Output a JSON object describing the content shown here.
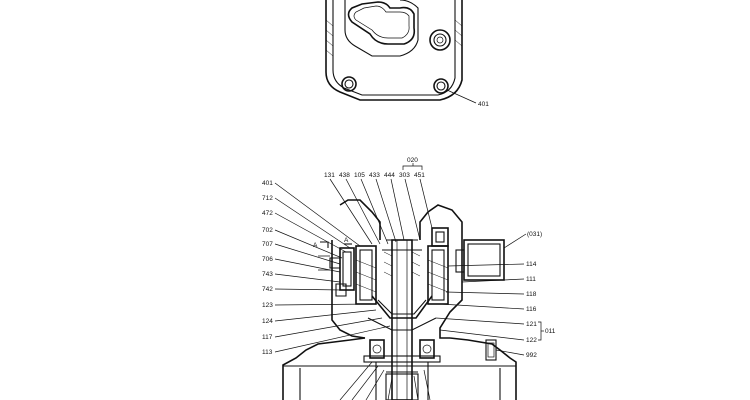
{
  "top_view": {
    "labels": {
      "bolt": "401"
    }
  },
  "section_view": {
    "labels": {
      "l401": "401",
      "l712": "712",
      "l472": "472",
      "l702": "702",
      "l707": "707",
      "l706": "706",
      "l743": "743",
      "l742": "742",
      "l123": "123",
      "l124": "124",
      "l117": "117",
      "l113": "113",
      "t131": "131",
      "t438": "438",
      "t105": "105",
      "t433": "433",
      "t444": "444",
      "t303": "303",
      "t451": "451",
      "t020": "020",
      "r031": "(031)",
      "r114": "114",
      "r111": "111",
      "r118": "118",
      "r116": "116",
      "r121": "121",
      "r122": "122",
      "r011": "011",
      "r992": "992",
      "section_a1": "A",
      "section_a2": "A"
    }
  }
}
